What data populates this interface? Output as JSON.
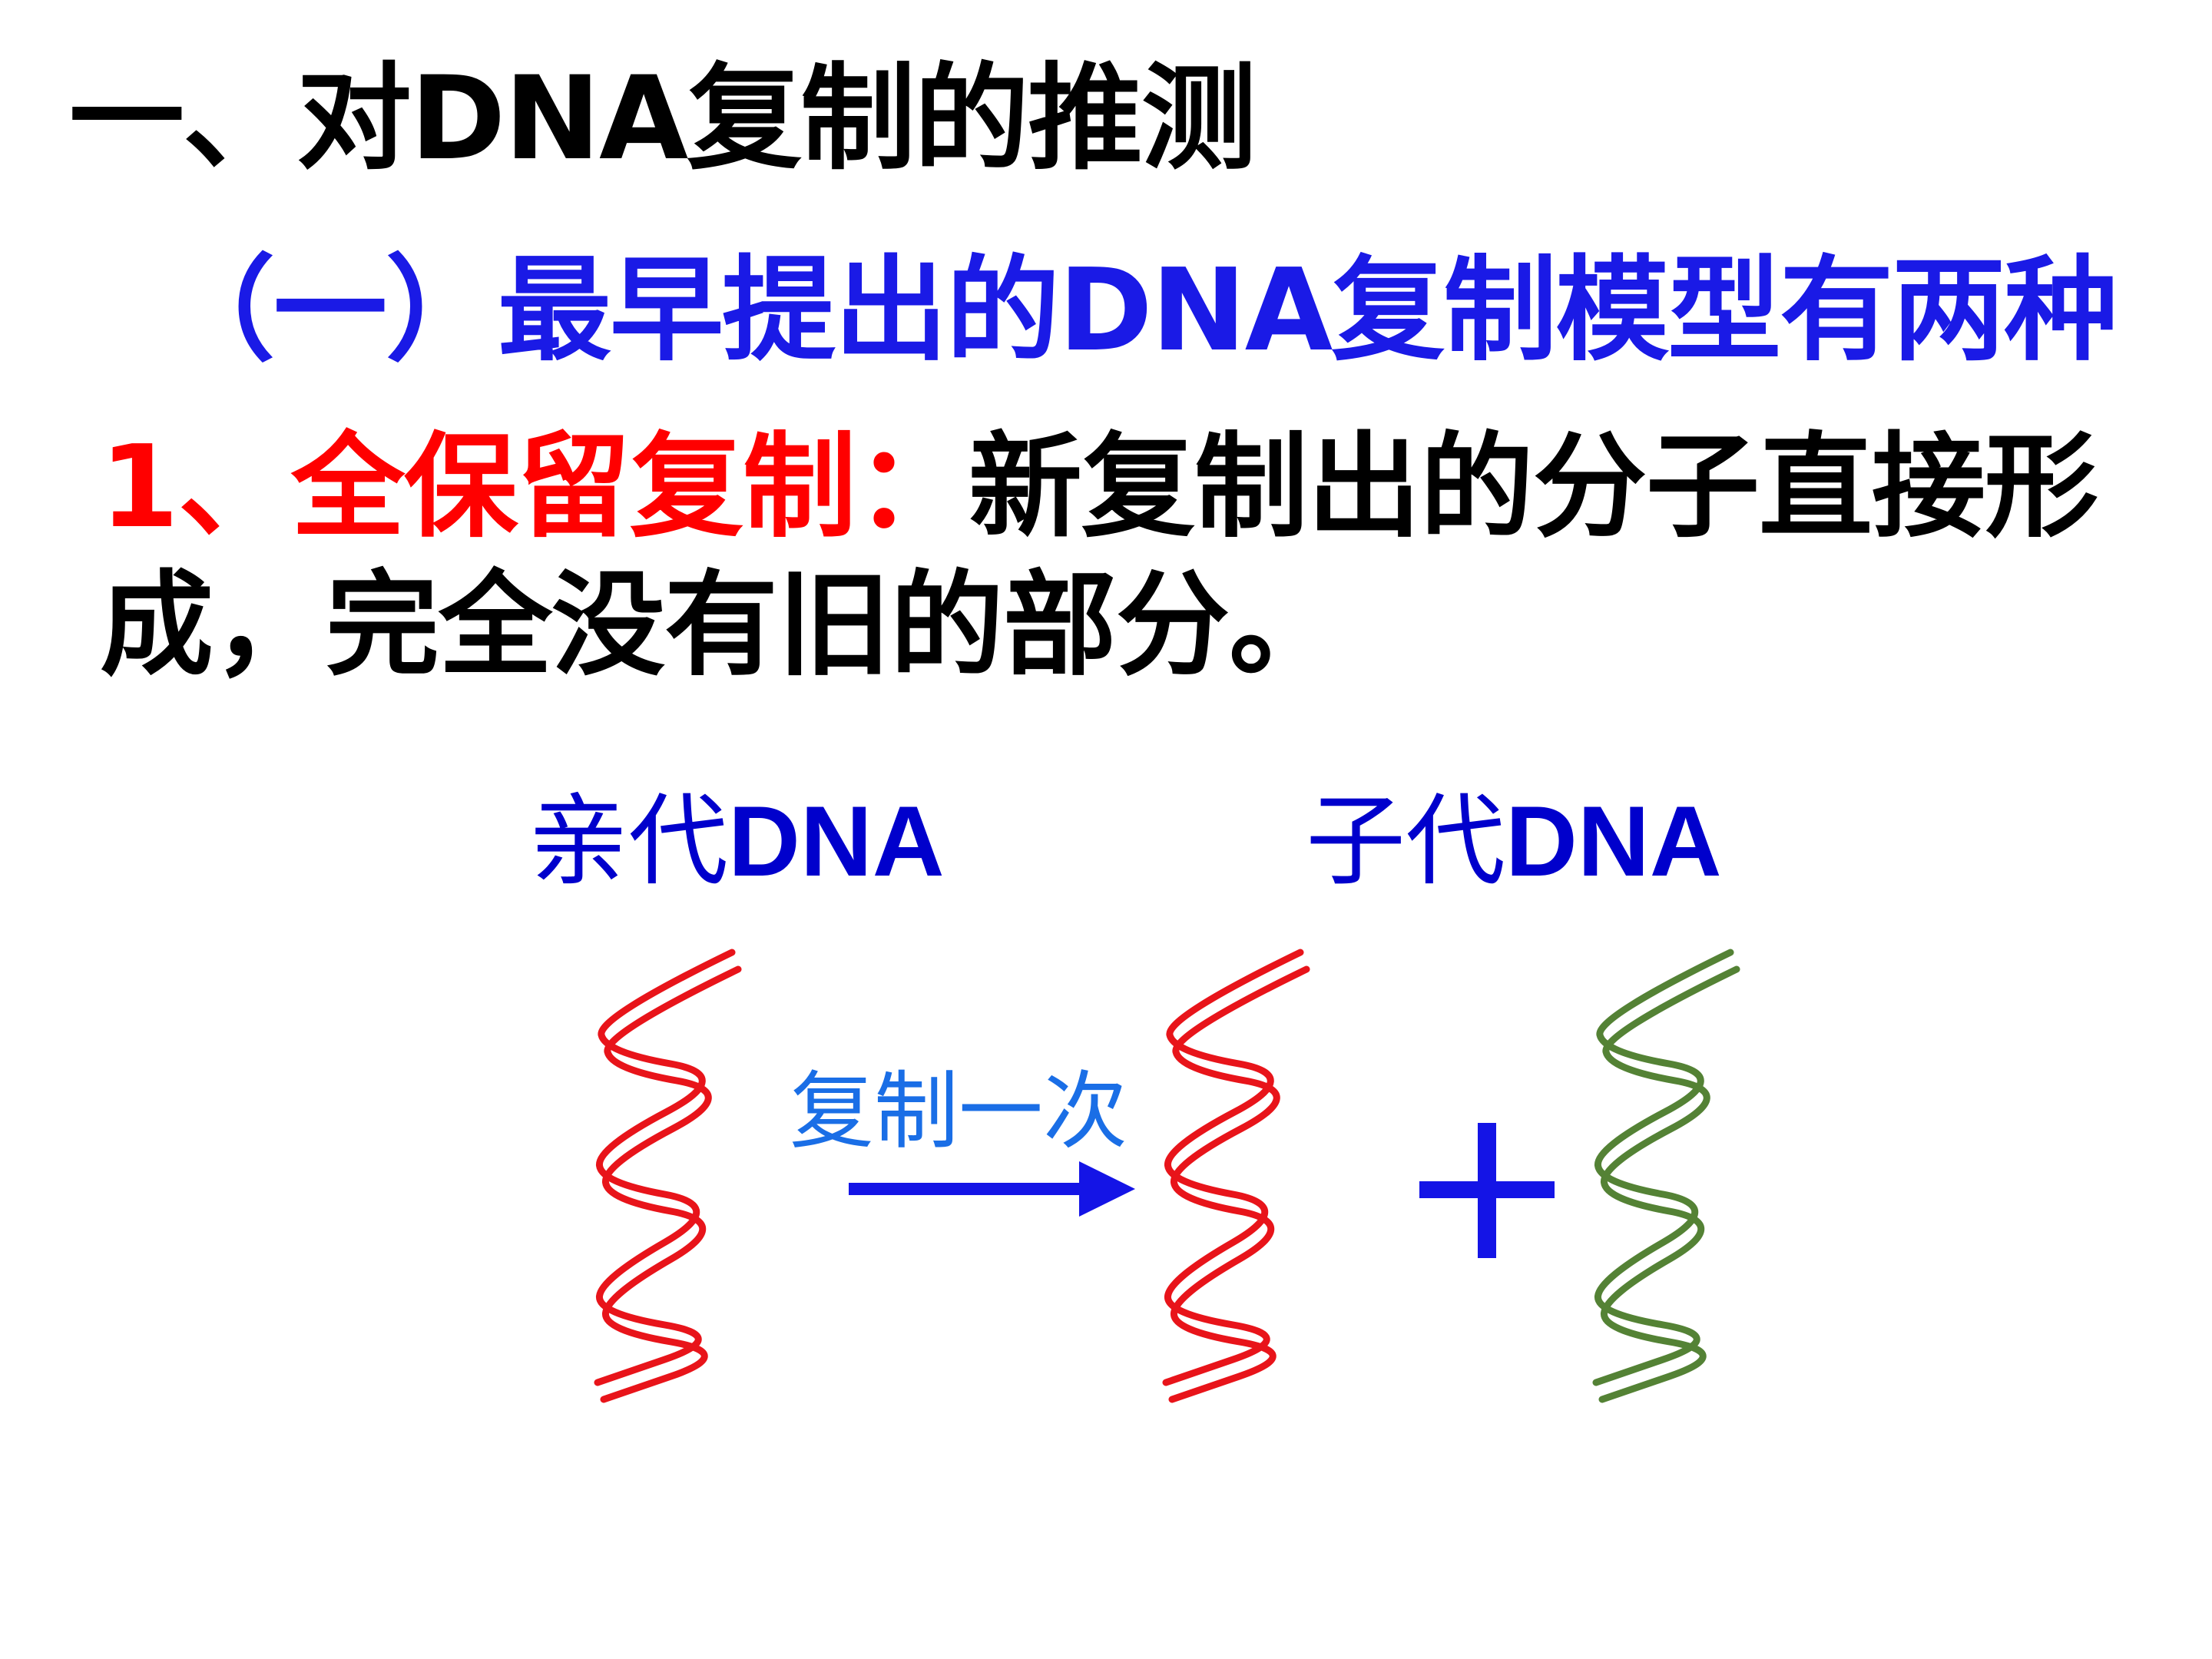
{
  "slide": {
    "title": "一、对DNA复制的推测",
    "subtitle": "（一）最早提出的DNA复制模型有两种",
    "definition": {
      "term": "1、全保留复制：",
      "text_line1": "新复制出的分子直接形",
      "text_line2": "成，完全没有旧的部分。"
    }
  },
  "diagram": {
    "parent_label": {
      "prefix": "亲代",
      "suffix": "DNA"
    },
    "daughter_label": {
      "prefix": "子代",
      "suffix": "DNA"
    },
    "arrow_label": "复制一次",
    "plus_sign": "+",
    "colors": {
      "old_strand": "#e8141a",
      "new_strand": "#548235",
      "arrow": "#1414e6",
      "plus": "#1414e6"
    }
  }
}
